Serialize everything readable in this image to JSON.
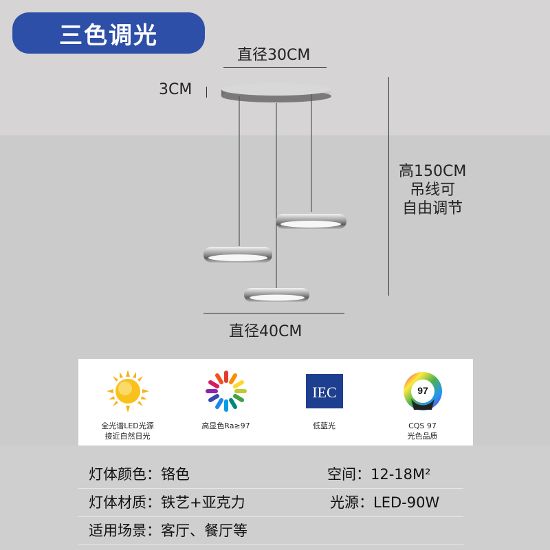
{
  "badge": {
    "label": "三色调光"
  },
  "dimensions": {
    "top_diameter": "直径30CM",
    "thickness": "3CM",
    "height_line1": "高150CM",
    "height_line2": "吊线可",
    "height_line3": "自由调节",
    "bottom_diameter": "直径40CM"
  },
  "features": [
    {
      "icon": "sun-icon",
      "line1": "全光谱LED光源",
      "line2": "接近自然日光"
    },
    {
      "icon": "color-wheel-icon",
      "line1": "高显色Ra≥97",
      "line2": ""
    },
    {
      "icon": "iec-logo-icon",
      "line1": "低蓝光",
      "line2": "",
      "logo_text": "IEC"
    },
    {
      "icon": "cqs-97-icon",
      "line1": "CQS 97",
      "line2": "光色品质",
      "logo_text": "97"
    }
  ],
  "specs": {
    "body_color": "灯体颜色：铬色",
    "space": "空间：12-18M²",
    "body_material": "灯体材质：铁艺+亚克力",
    "light_source": "光源：LED-90W",
    "usage": "适用场景：客厅、餐厅等"
  },
  "colors": {
    "badge_bg": "#2e4fa8",
    "ceiling": "#d6d4d5",
    "wall": "#cbcbcb"
  }
}
